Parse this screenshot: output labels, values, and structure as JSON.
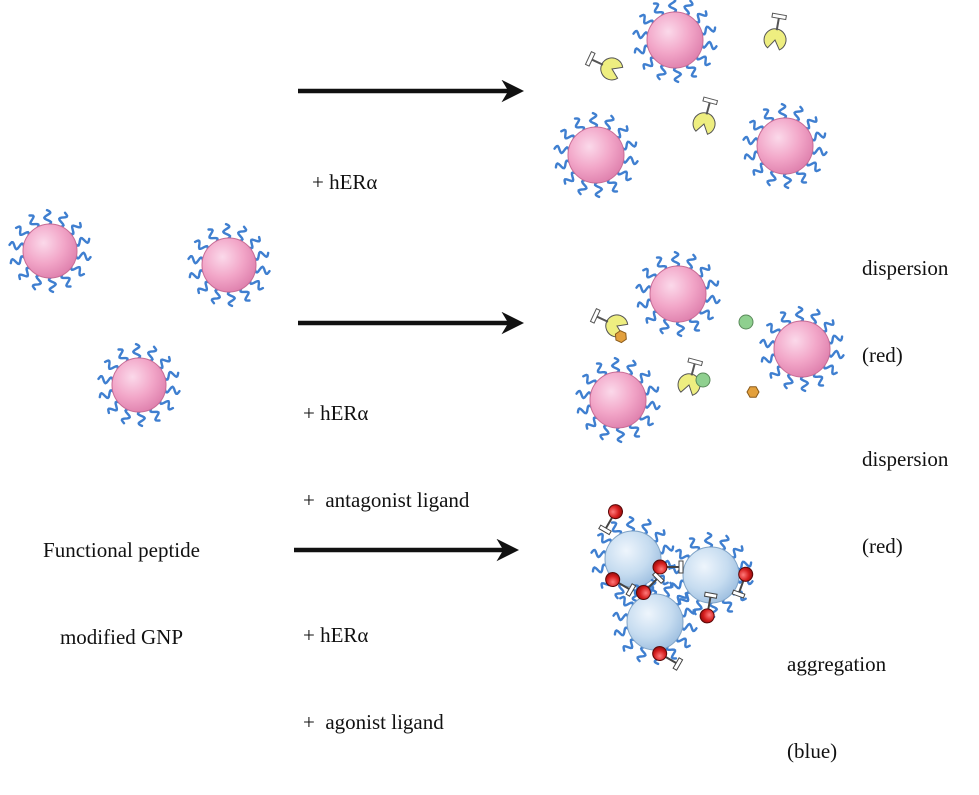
{
  "figure": {
    "starting_label": [
      "Functional peptide",
      "modified GNP"
    ],
    "rows": [
      {
        "condition_lines": [
          "+ hERα"
        ],
        "result_lines": [
          "dispersion",
          "(red)"
        ]
      },
      {
        "condition_lines": [
          "+ hERα",
          "+  antagonist ligand"
        ],
        "result_lines": [
          "dispersion",
          "(red)"
        ]
      },
      {
        "condition_lines": [
          "+ hERα",
          "+  agonist ligand"
        ],
        "result_lines": [
          "aggregation",
          "(blue)"
        ]
      }
    ]
  },
  "colors": {
    "gnp_dispersed": "#f2a6c8",
    "gnp_aggregated": "#c6dcf0",
    "peptide": "#3f7fd0",
    "receptor": "#eeee80",
    "antagonist_ligand": "#e3a03c",
    "free_ligand": "#8fd08f",
    "agonist_ligand": "#d41c1c",
    "arrow": "#111111"
  }
}
